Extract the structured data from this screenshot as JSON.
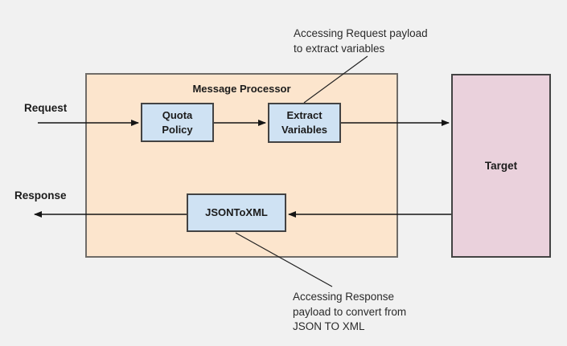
{
  "colors": {
    "background": "#f1f1f1",
    "message_processor_fill": "#fce5cd",
    "message_processor_border": "#6f6c68",
    "policy_node_fill": "#cfe2f3",
    "policy_node_border": "#434343",
    "target_fill": "#ead1dc",
    "line_color": "#151515",
    "text_color": "#1b1b1b"
  },
  "message_processor": {
    "label": "Message Processor"
  },
  "nodes": {
    "quota_policy": "Quota\nPolicy",
    "extract_variables": "Extract\nVariables",
    "json_to_xml": "JSONToXML",
    "target": "Target"
  },
  "flow": {
    "request_label": "Request",
    "response_label": "Response"
  },
  "annotations": {
    "request_note": "Accessing Request payload\nto extract variables",
    "response_note": "Accessing Response\npayload to convert from\nJSON TO XML"
  }
}
